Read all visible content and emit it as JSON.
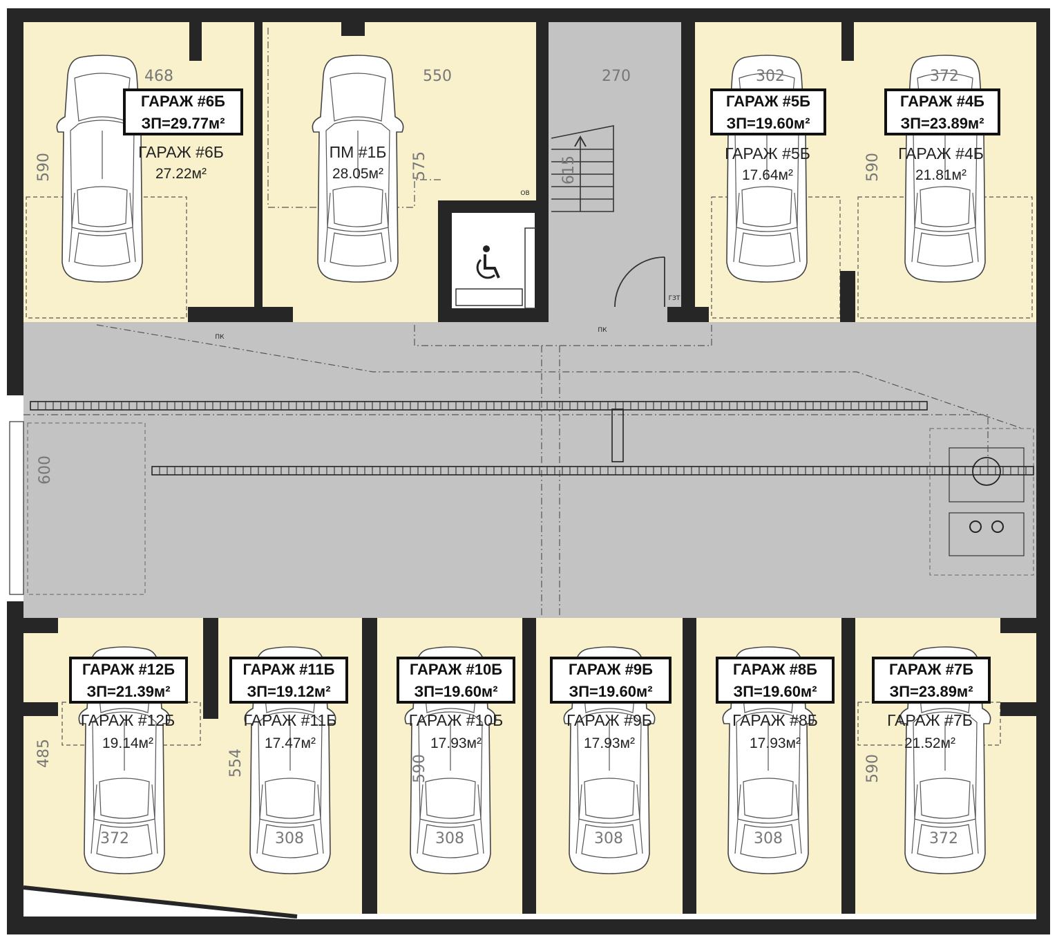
{
  "colors": {
    "garage_fill": "#f9f1cc",
    "corridor_fill": "#c3c3c3",
    "wall": "#262626",
    "tag_border": "#111111"
  },
  "units": [
    {
      "id": "6b",
      "name": "ГАРАЖ #6Б",
      "area": "27.22м²",
      "tag_title": "ГАРАЖ #6Б",
      "tag_area": "ЗП=29.77м²",
      "width_dim": "468",
      "depth_dim": "590"
    },
    {
      "id": "pm1b",
      "name": "ПМ #1Б",
      "area": "28.05м²",
      "width_dim": "550",
      "depth_dim": "575"
    },
    {
      "id": "5b",
      "name": "ГАРАЖ #5Б",
      "area": "17.64м²",
      "tag_title": "ГАРАЖ #5Б",
      "tag_area": "ЗП=19.60м²",
      "width_dim": "302"
    },
    {
      "id": "4b",
      "name": "ГАРАЖ #4Б",
      "area": "21.81м²",
      "tag_title": "ГАРАЖ #4Б",
      "tag_area": "ЗП=23.89м²",
      "width_dim": "372",
      "depth_dim": "590"
    },
    {
      "id": "12b",
      "name": "ГАРАЖ #12Б",
      "area": "19.14м²",
      "tag_title": "ГАРАЖ #12Б",
      "tag_area": "ЗП=21.39м²",
      "width_dim": "372",
      "depth_dim": "485"
    },
    {
      "id": "11b",
      "name": "ГАРАЖ #11Б",
      "area": "17.47м²",
      "tag_title": "ГАРАЖ #11Б",
      "tag_area": "ЗП=19.12м²",
      "width_dim": "308",
      "depth_dim": "554"
    },
    {
      "id": "10b",
      "name": "ГАРАЖ #10Б",
      "area": "17.93м²",
      "tag_title": "ГАРАЖ #10Б",
      "tag_area": "ЗП=19.60м²",
      "width_dim": "308",
      "depth_dim": "590"
    },
    {
      "id": "9b",
      "name": "ГАРАЖ #9Б",
      "area": "17.93м²",
      "tag_title": "ГАРАЖ #9Б",
      "tag_area": "ЗП=19.60м²",
      "width_dim": "308"
    },
    {
      "id": "8b",
      "name": "ГАРАЖ #8Б",
      "area": "17.93м²",
      "tag_title": "ГАРАЖ #8Б",
      "tag_area": "ЗП=19.60м²",
      "width_dim": "308"
    },
    {
      "id": "7b",
      "name": "ГАРАЖ #7Б",
      "area": "21.52м²",
      "tag_title": "ГАРАЖ #7Б",
      "tag_area": "ЗП=23.89м²",
      "width_dim": "372",
      "depth_dim": "590"
    }
  ],
  "stair": {
    "width_dim": "270",
    "run_dim": "615"
  },
  "corridor": {
    "depth_dim": "600"
  },
  "symbols": {
    "pk": "ПК",
    "ov": "ОВ",
    "gzt": "ГЗТ"
  },
  "icons": [
    "wheelchair-icon",
    "stair-arrow-icon",
    "car-icon"
  ]
}
